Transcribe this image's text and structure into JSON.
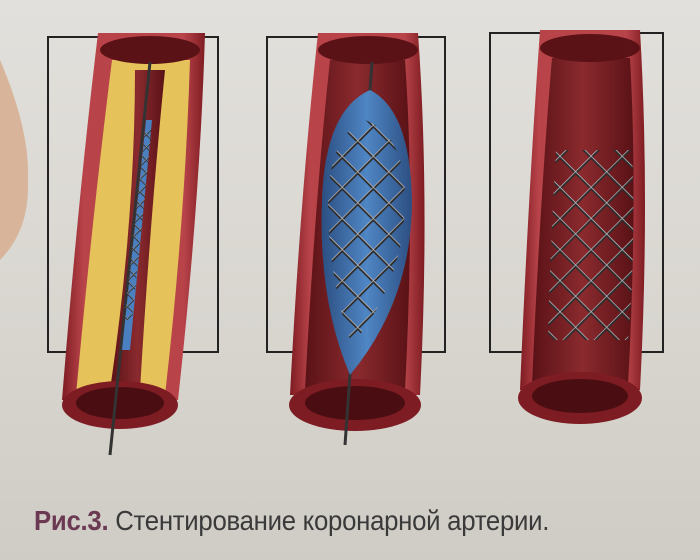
{
  "caption": {
    "figure_label": "Рис.3.",
    "text": "Стентирование коронарной артерии."
  },
  "panels": [
    {
      "stage": "catheter-with-crimped-stent"
    },
    {
      "stage": "balloon-inflated-stent"
    },
    {
      "stage": "deployed-stent"
    }
  ],
  "colors": {
    "vessel_wall": "#9a2a2e",
    "lumen": "#6e1a1f",
    "plaque": "#d9b24a",
    "balloon": "#3f6fa8",
    "stent": "#2b2b2b",
    "caption_label": "#6b3a52"
  }
}
